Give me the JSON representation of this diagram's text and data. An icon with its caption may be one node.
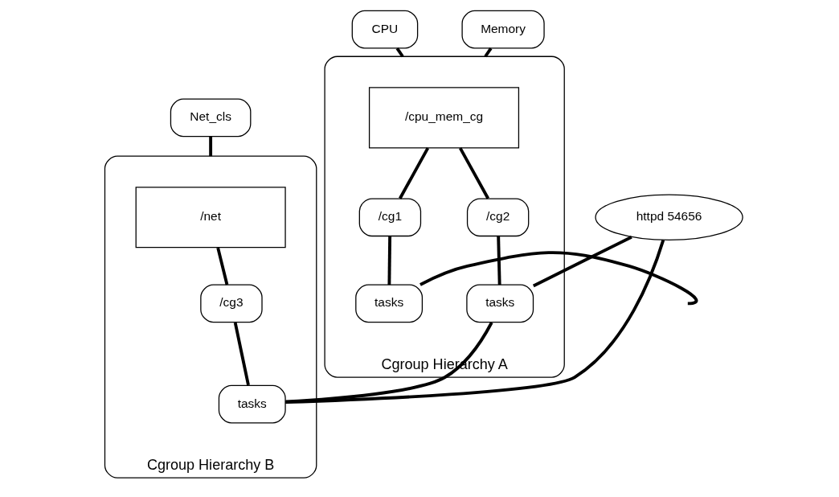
{
  "diagram": {
    "nodes": [
      {
        "text": [
          "CPU"
        ]
      },
      {
        "text": [
          "Memory"
        ]
      },
      {
        "text": [
          "Net_cls"
        ]
      },
      {
        "text": [
          "Cgroup Hierarchy A"
        ]
      },
      {
        "text": [
          "/cpu_mem_cg"
        ],
        "in": 3
      },
      {
        "text": [
          "/cg1"
        ],
        "in": 3
      },
      {
        "text": [
          "tasks"
        ],
        "in": 3
      },
      {
        "text": [
          "/cg2"
        ],
        "in": 3
      },
      {
        "text": [
          "tasks"
        ],
        "in": 3
      },
      {
        "text": [
          "Cgroup Hierarchy B"
        ]
      },
      {
        "text": [
          "/net"
        ],
        "in": 9
      },
      {
        "text": [
          "/cg3"
        ],
        "in": 9
      },
      {
        "text": [
          "tasks"
        ],
        "in": 9
      },
      {
        "text": [
          "httpd 54656"
        ]
      }
    ],
    "edges": [
      {
        "from": 0,
        "to": 3,
        "arrow": "none"
      },
      {
        "from": 1,
        "to": 3,
        "arrow": "none"
      },
      {
        "from": 2,
        "to": 9,
        "arrow": "none"
      },
      {
        "from": 4,
        "to": 5,
        "arrow": "none"
      },
      {
        "from": 4,
        "to": 7,
        "arrow": "none"
      },
      {
        "from": 5,
        "to": 6,
        "arrow": "none"
      },
      {
        "from": 7,
        "to": 8,
        "arrow": "none"
      },
      {
        "from": 10,
        "to": 11,
        "arrow": "none"
      },
      {
        "from": 11,
        "to": 12,
        "arrow": "none"
      },
      {
        "from": 6,
        "to": null,
        "arrow": "none"
      },
      {
        "from": 8,
        "to": 12,
        "arrow": "none"
      },
      {
        "from": 13,
        "to": 8,
        "arrow": "none"
      },
      {
        "from": 13,
        "to": 12,
        "arrow": "none"
      }
    ]
  }
}
